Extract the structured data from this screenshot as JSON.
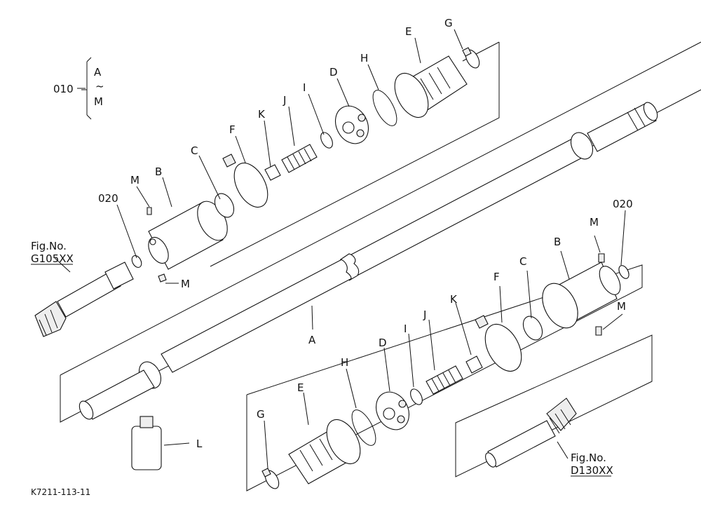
{
  "kit_ref": {
    "code": "010",
    "range_top": "A",
    "range_sep": "~",
    "range_bottom": "M"
  },
  "callouts": {
    "a": "A",
    "b": "B",
    "c": "C",
    "d": "D",
    "e": "E",
    "f": "F",
    "g": "G",
    "h": "H",
    "i": "I",
    "j": "J",
    "k": "K",
    "l": "L",
    "m": "M",
    "o020": "020"
  },
  "fig_refs": {
    "left": {
      "label": "Fig.No.",
      "code": "G105XX"
    },
    "right": {
      "label": "Fig.No.",
      "code": "D130XX"
    }
  },
  "drawing_code": "K7211-113-11"
}
